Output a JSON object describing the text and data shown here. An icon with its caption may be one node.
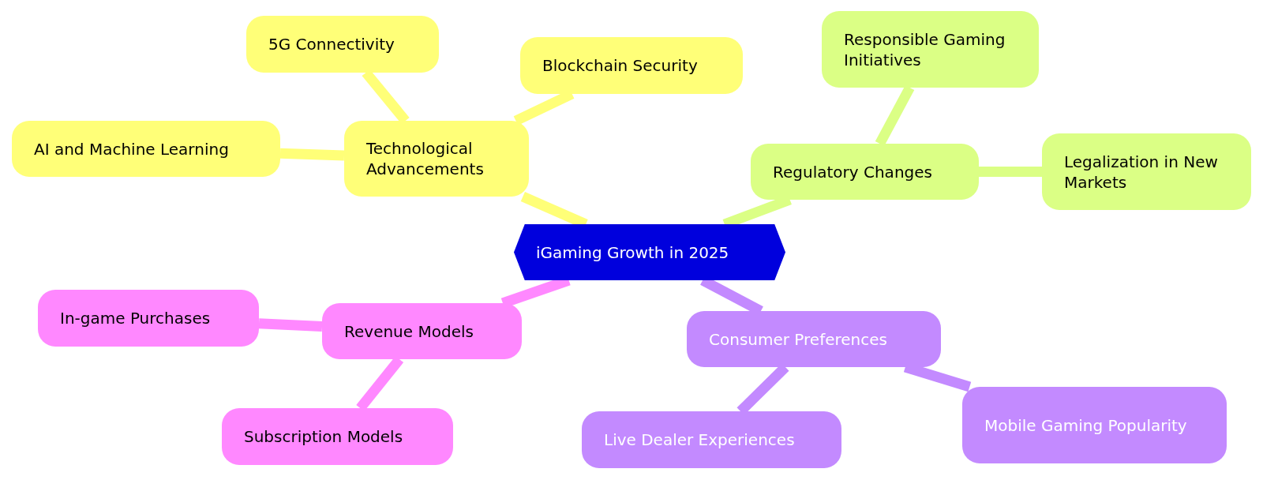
{
  "diagram": {
    "nodes": [
      {
        "text": [
          "iGaming Growth in 2025"
        ]
      },
      {
        "text": [
          "Technological Advancements"
        ]
      },
      {
        "text": [
          "5G Connectivity"
        ]
      },
      {
        "text": [
          "Blockchain Security"
        ]
      },
      {
        "text": [
          "AI and Machine Learning"
        ]
      },
      {
        "text": [
          "Regulatory Changes"
        ]
      },
      {
        "text": [
          "Responsible Gaming Initiatives"
        ]
      },
      {
        "text": [
          "Legalization in New Markets"
        ]
      },
      {
        "text": [
          "Revenue Models"
        ]
      },
      {
        "text": [
          "In-game Purchases"
        ]
      },
      {
        "text": [
          "Subscription Models"
        ]
      },
      {
        "text": [
          "Consumer Preferences"
        ]
      },
      {
        "text": [
          "Live Dealer Experiences"
        ]
      },
      {
        "text": [
          "Mobile Gaming Popularity"
        ]
      }
    ],
    "edges": [
      {
        "from": 0,
        "to": 1,
        "arrow": "none",
        "color": "#ffff78"
      },
      {
        "from": 1,
        "to": 2,
        "arrow": "none",
        "color": "#ffff78"
      },
      {
        "from": 1,
        "to": 3,
        "arrow": "none",
        "color": "#ffff78"
      },
      {
        "from": 1,
        "to": 4,
        "arrow": "none",
        "color": "#ffff78"
      },
      {
        "from": 0,
        "to": 5,
        "arrow": "none",
        "color": "#dbff85"
      },
      {
        "from": 5,
        "to": 6,
        "arrow": "none",
        "color": "#dbff85"
      },
      {
        "from": 5,
        "to": 7,
        "arrow": "none",
        "color": "#dbff85"
      },
      {
        "from": 0,
        "to": 8,
        "arrow": "none",
        "color": "#ff88ff"
      },
      {
        "from": 8,
        "to": 9,
        "arrow": "none",
        "color": "#ff88ff"
      },
      {
        "from": 8,
        "to": 10,
        "arrow": "none",
        "color": "#ff88ff"
      },
      {
        "from": 0,
        "to": 11,
        "arrow": "none",
        "color": "#c38aff"
      },
      {
        "from": 11,
        "to": 12,
        "arrow": "none",
        "color": "#c38aff"
      },
      {
        "from": 11,
        "to": 13,
        "arrow": "none",
        "color": "#c38aff"
      }
    ]
  }
}
